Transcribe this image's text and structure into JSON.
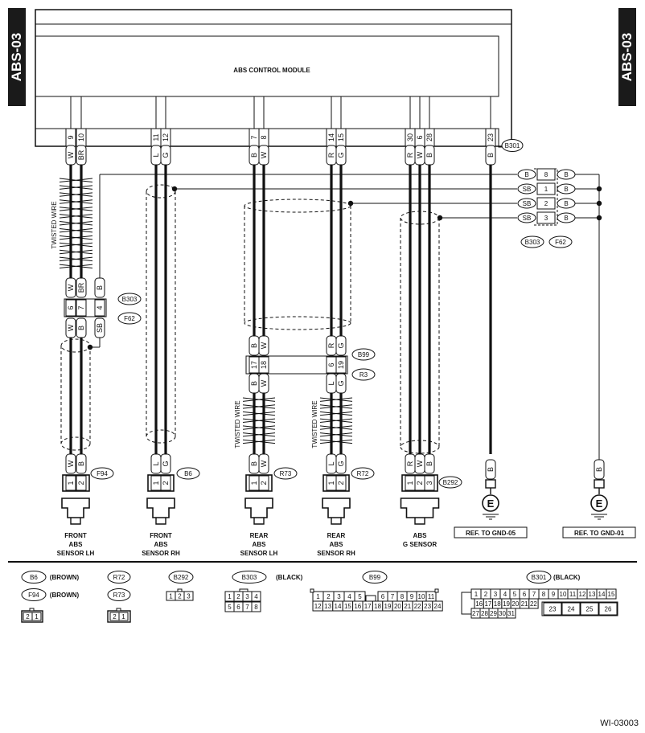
{
  "page": {
    "section_code": "ABS-03",
    "drawing_id": "WI-03003"
  },
  "module": {
    "title": "ABS CONTROL MODULE",
    "connector": "B301"
  },
  "twisted_label": "TWISTED WIRE",
  "pins": [
    {
      "num": "9",
      "color": "W"
    },
    {
      "num": "10",
      "color": "BR"
    },
    {
      "num": "11",
      "color": "L"
    },
    {
      "num": "12",
      "color": "G"
    },
    {
      "num": "7",
      "color": "B"
    },
    {
      "num": "8",
      "color": "W"
    },
    {
      "num": "14",
      "color": "R"
    },
    {
      "num": "15",
      "color": "G"
    },
    {
      "num": "30",
      "color": "R"
    },
    {
      "num": "6",
      "color": "W"
    },
    {
      "num": "28",
      "color": "B"
    },
    {
      "num": "23",
      "color": "B"
    }
  ],
  "shield_joint": {
    "rows": [
      {
        "left": "B",
        "pin": "8",
        "right": "B"
      },
      {
        "left": "SB",
        "pin": "1",
        "right": "B"
      },
      {
        "left": "SB",
        "pin": "2",
        "right": "B"
      },
      {
        "left": "SB",
        "pin": "3",
        "right": "B"
      }
    ],
    "labels": [
      "B303",
      "F62"
    ]
  },
  "lh_inline": {
    "top_colors": [
      "W",
      "BR",
      "B"
    ],
    "pins": [
      "6",
      "7",
      "4"
    ],
    "bottom_colors": [
      "W",
      "B",
      "SB"
    ],
    "labels": [
      "B303",
      "F62"
    ]
  },
  "rear_inline": {
    "top_colors": [
      "B",
      "W",
      "R",
      "G"
    ],
    "pins": [
      "17",
      "18",
      "6",
      "19"
    ],
    "bottom_colors": [
      "B",
      "W",
      "L",
      "G"
    ],
    "labels": [
      "B99",
      "R3"
    ]
  },
  "components": [
    {
      "colors": [
        "W",
        "B"
      ],
      "pins": [
        "1",
        "2"
      ],
      "connector": "F94",
      "name": [
        "FRONT",
        "ABS",
        "SENSOR LH"
      ]
    },
    {
      "colors": [
        "L",
        "G"
      ],
      "pins": [
        "1",
        "2"
      ],
      "connector": "B6",
      "name": [
        "FRONT",
        "ABS",
        "SENSOR RH"
      ]
    },
    {
      "colors": [
        "B",
        "W"
      ],
      "pins": [
        "1",
        "2"
      ],
      "connector": "R73",
      "name": [
        "REAR",
        "ABS",
        "SENSOR LH"
      ]
    },
    {
      "colors": [
        "L",
        "G"
      ],
      "pins": [
        "1",
        "2"
      ],
      "connector": "R72",
      "name": [
        "REAR",
        "ABS",
        "SENSOR RH"
      ]
    },
    {
      "colors": [
        "R",
        "W",
        "B"
      ],
      "pins": [
        "1",
        "2",
        "3"
      ],
      "connector": "B292",
      "name": [
        "ABS",
        "G SENSOR"
      ]
    }
  ],
  "grounds": [
    {
      "color": "B",
      "symbol": "E",
      "ref": "REF. TO GND-05"
    },
    {
      "color": "B",
      "symbol": "E",
      "ref": "REF. TO GND-01"
    }
  ],
  "legend": {
    "b6": {
      "label": "B6",
      "desc": "(BROWN)"
    },
    "f94": {
      "label": "F94",
      "desc": "(BROWN)"
    },
    "two_pin_a": [
      "2",
      "1"
    ],
    "r72": {
      "label": "R72"
    },
    "r73": {
      "label": "R73"
    },
    "two_pin_b": [
      "2",
      "1"
    ],
    "b292": {
      "label": "B292",
      "pins": [
        "1",
        "2",
        "3"
      ]
    },
    "b303": {
      "label": "B303",
      "desc": "(BLACK)",
      "rows": [
        [
          "1",
          "2",
          "3",
          "4"
        ],
        [
          "5",
          "6",
          "7",
          "8"
        ]
      ]
    },
    "b99": {
      "label": "B99",
      "row1a": [
        "1",
        "2",
        "3",
        "4",
        "5"
      ],
      "row1b": [
        "6",
        "7",
        "8",
        "9",
        "10",
        "11"
      ],
      "row2": [
        "12",
        "13",
        "14",
        "15",
        "16",
        "17",
        "18",
        "19",
        "20",
        "21",
        "22",
        "23",
        "24"
      ]
    },
    "b301": {
      "label": "B301",
      "desc": "(BLACK)",
      "row1": [
        "1",
        "2",
        "3",
        "4",
        "5",
        "6",
        "7",
        "8",
        "9",
        "10",
        "11",
        "12",
        "13",
        "14",
        "15"
      ],
      "row2": [
        "16",
        "17",
        "18",
        "19",
        "20",
        "21",
        "22"
      ],
      "row2b": [
        "23",
        "24",
        "25",
        "26"
      ],
      "row3": [
        "27",
        "28",
        "29",
        "30",
        "31"
      ]
    }
  }
}
